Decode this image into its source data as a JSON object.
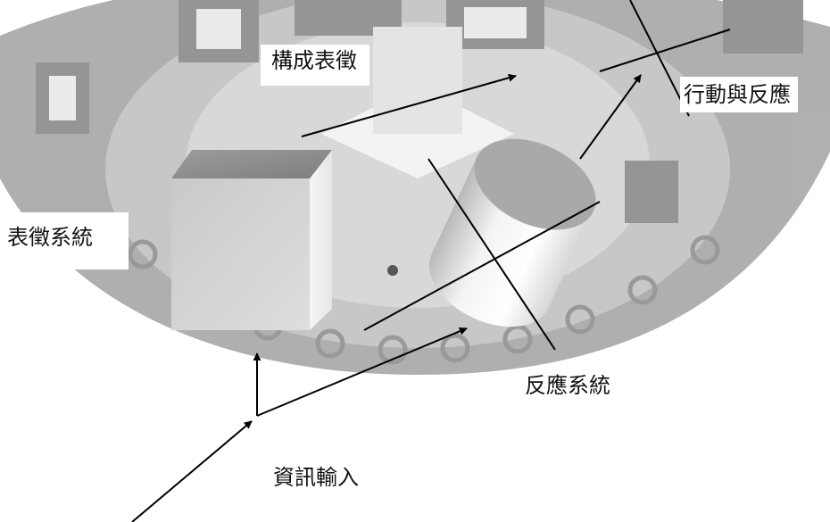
{
  "labels": {
    "construct_representation": "構成表徵",
    "action_and_reaction": "行動與反應",
    "representation_system": "表徵系統",
    "reaction_system": "反應系統",
    "information_input": "資訊輸入"
  },
  "colors": {
    "background": "#ffffff",
    "watermark_gray": "#b3b3b3",
    "cube_front": "#cfcfcf",
    "cylinder_top": "#a9a9a9",
    "line": "#000000",
    "text": "#111111"
  },
  "shapes": {
    "left_shape": "cube",
    "right_shape": "cylinder",
    "background": "seal-watermark"
  }
}
